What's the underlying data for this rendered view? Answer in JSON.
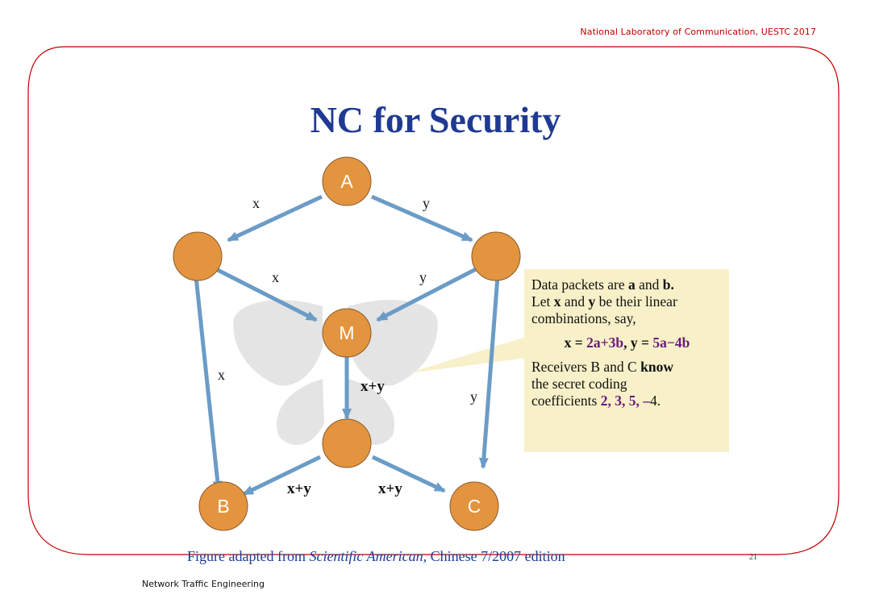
{
  "header": {
    "institution": "National Laboratory of Communication, UESTC 2017"
  },
  "slide": {
    "title": "NC for Security",
    "page_number": "21"
  },
  "diagram": {
    "nodes": {
      "A": "A",
      "M": "M",
      "B": "B",
      "C": "C"
    },
    "edge_labels": {
      "a_left": "x",
      "a_right": "y",
      "left_m": "x",
      "right_m": "y",
      "left_b": "x",
      "right_c": "y",
      "m_bottom": "x+y",
      "bottom_b": "x+y",
      "bottom_c": "x+y"
    },
    "colors": {
      "node": "#e3943f",
      "arrow": "#6b9cc7",
      "callout": "#f8f0c8"
    }
  },
  "callout": {
    "l1_a": "Data packets are ",
    "l1_b": "a",
    "l1_c": " and ",
    "l1_d": "b.",
    "l2_a": "Let ",
    "l2_b": "x",
    "l2_c": " and ",
    "l2_d": "y",
    "l2_e": " be their linear",
    "l3": "combinations, say,",
    "eq_a": "x = ",
    "eq_b": "2a+3b",
    "eq_c": ", y = ",
    "eq_d": "5a−4b",
    "r1_a": "Receivers B and C ",
    "r1_b": "know",
    "r2": "the secret coding",
    "r3_a": "coefficients ",
    "r3_b": "2, 3, 5, –",
    "r3_c": "4."
  },
  "footer": {
    "caption_a": "Figure adapted from ",
    "caption_b": "Scientific American,",
    "caption_c": " Chinese 7/2007 edition",
    "course": "Network Traffic Engineering"
  }
}
